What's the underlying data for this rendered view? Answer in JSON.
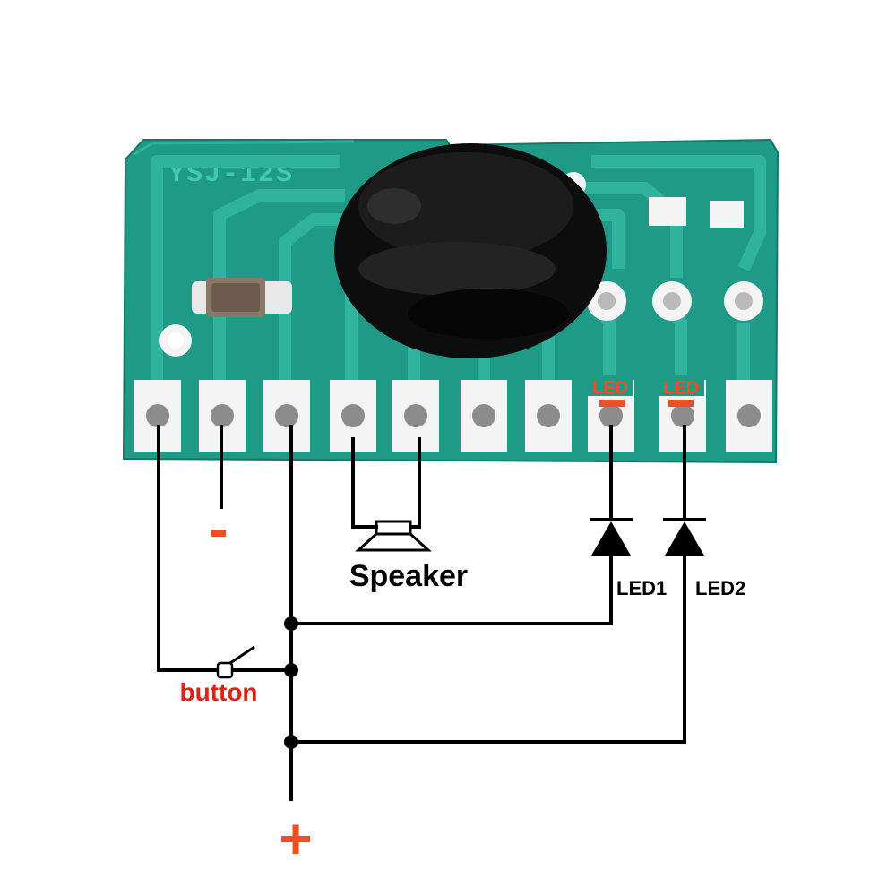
{
  "board": {
    "silkscreen": "YSJ-12S",
    "pcb_color": "#1e9a86",
    "trace_color": "#2fb39e",
    "copper_color": "#f4f4f4"
  },
  "labels": {
    "led_pad_1": "LED",
    "led_pad_2": "LED",
    "minus": "-",
    "plus": "+",
    "speaker": "Speaker",
    "led1": "LED1",
    "led2": "LED2",
    "button": "button"
  },
  "colors": {
    "accent": "#f04e23",
    "wire": "#000000",
    "text": "#000000"
  }
}
